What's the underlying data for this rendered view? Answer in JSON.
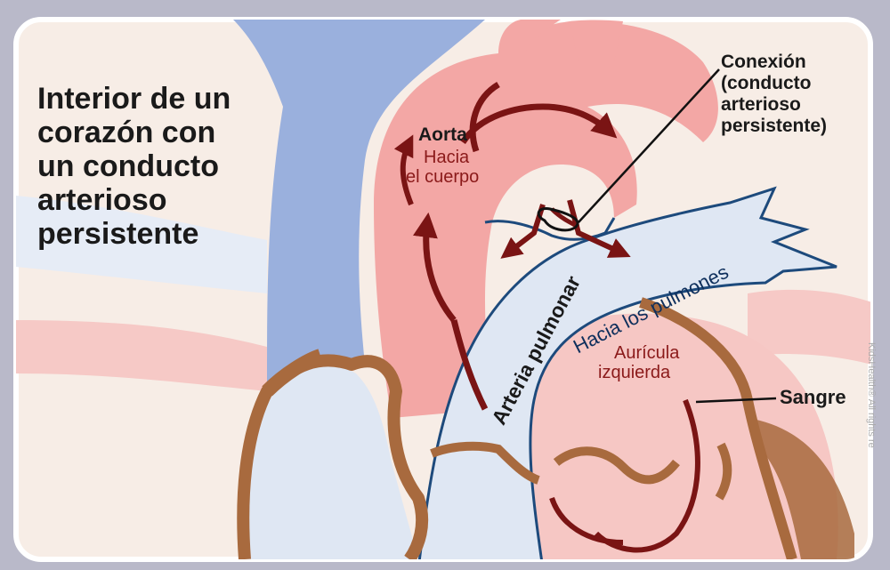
{
  "title_lines": [
    "Interior de un",
    "corazón con",
    "un conducto",
    "arterioso",
    "persistente"
  ],
  "labels": {
    "aorta": "Aorta",
    "aorta_sub_1": "Hacia",
    "aorta_sub_2": "el cuerpo",
    "connection_lines": [
      "Conexión",
      "(conducto",
      "arterioso",
      "persistente)"
    ],
    "pulmonary_artery": "Arteria pulmonar",
    "to_lungs": "Hacia los pulmones",
    "left_atrium_1": "Aurícula",
    "left_atrium_2": "izquierda",
    "blood": "Sangre"
  },
  "copyright": "KidsHealth® All rights re",
  "colors": {
    "background": "#f7ede6",
    "vein_blue": "#9ab0dd",
    "artery_pink": "#f3a7a5",
    "pulmonary_light": "#dfe7f3",
    "outline_blue": "#1d4a7c",
    "muscle_brown": "#a86a3e",
    "blood_dark_red": "#7a1414"
  }
}
